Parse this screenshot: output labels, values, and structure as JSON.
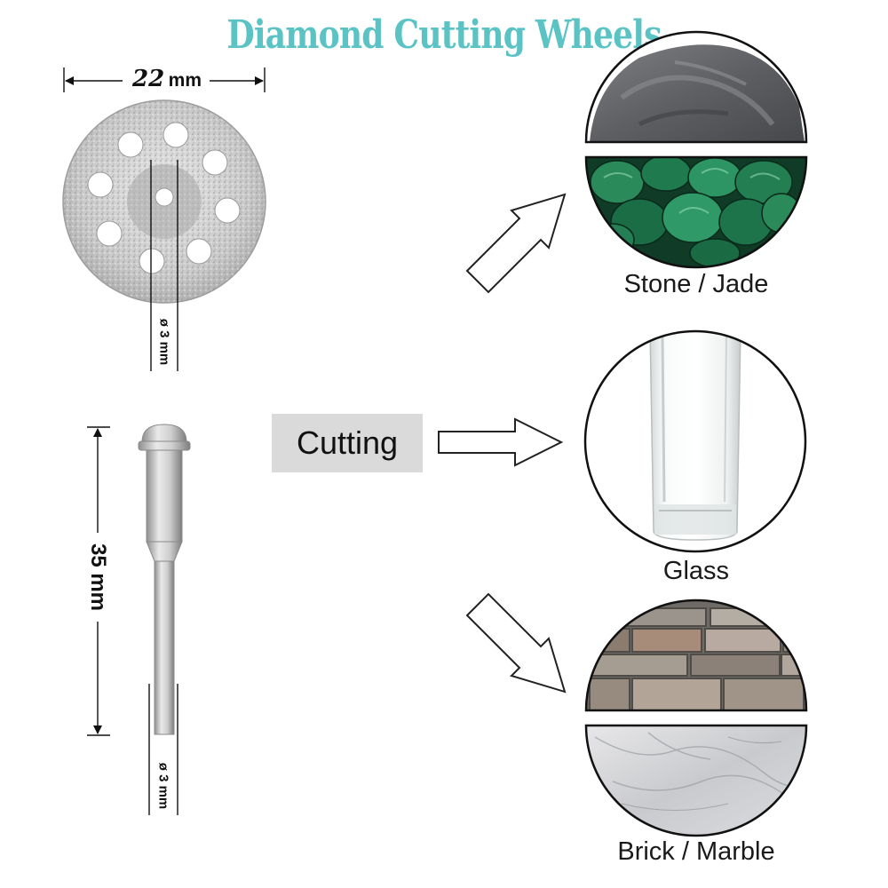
{
  "title": "Diamond Cutting Wheels",
  "wheel": {
    "diameter_value": "22",
    "diameter_unit": "mm",
    "arbor_label": "ø 3 mm"
  },
  "mandrel": {
    "length_label": "35 mm",
    "shank_label": "ø 3 mm"
  },
  "action_label": "Cutting",
  "materials": [
    {
      "label": "Stone / Jade"
    },
    {
      "label": "Glass"
    },
    {
      "label": "Brick / Marble"
    }
  ],
  "colors": {
    "title": "#5cc3c5",
    "cutting_box": "#dadada",
    "jade": "#1f7a4e",
    "stone": "#6b6d70"
  }
}
